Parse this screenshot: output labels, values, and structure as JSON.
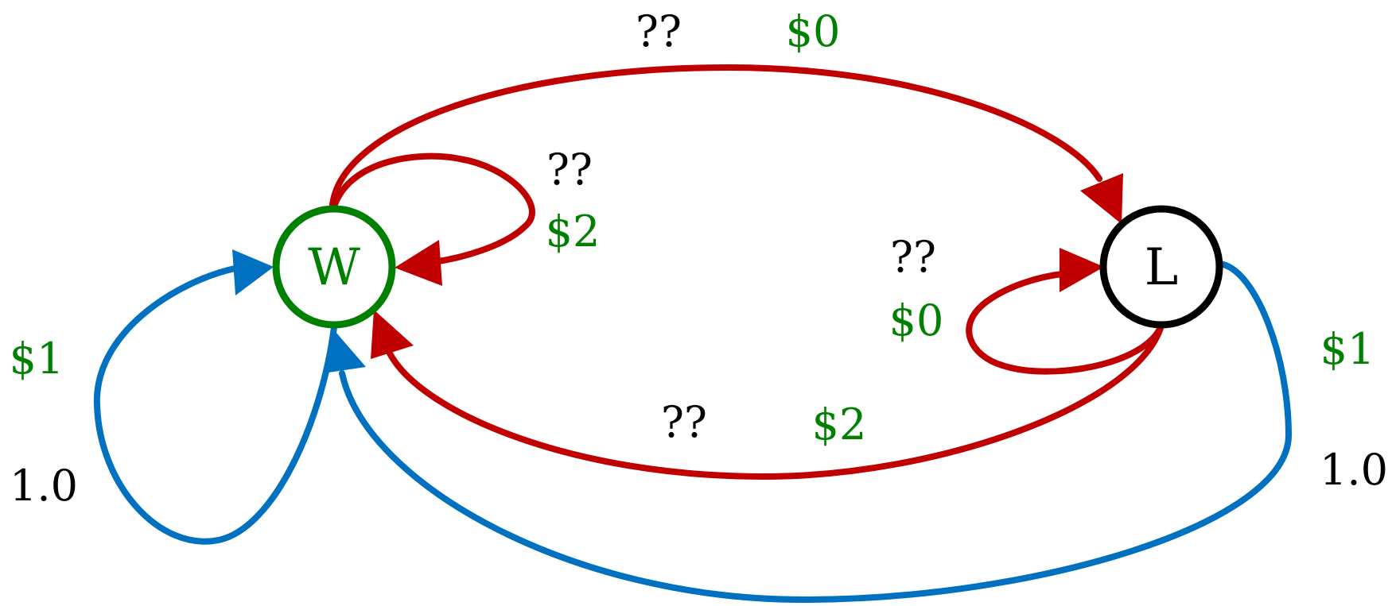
{
  "colors": {
    "red": "#c00000",
    "blue": "#0070c0",
    "green": "#008000",
    "black": "#000000"
  },
  "nodes": {
    "w": {
      "label": "W",
      "stroke": "#008000",
      "text_color": "#008000"
    },
    "l": {
      "label": "L",
      "stroke": "#000000",
      "text_color": "#000000"
    }
  },
  "edges": {
    "w_to_l": {
      "probability": "??",
      "reward": "$0"
    },
    "w_self_red": {
      "probability": "??",
      "reward": "$2"
    },
    "l_self_red": {
      "probability": "??",
      "reward": "$0"
    },
    "l_to_w_red": {
      "probability": "??",
      "reward": "$2"
    },
    "w_self_blue": {
      "reward": "$1",
      "probability": "1.0"
    },
    "l_to_w_blue": {
      "reward": "$1",
      "probability": "1.0"
    }
  }
}
